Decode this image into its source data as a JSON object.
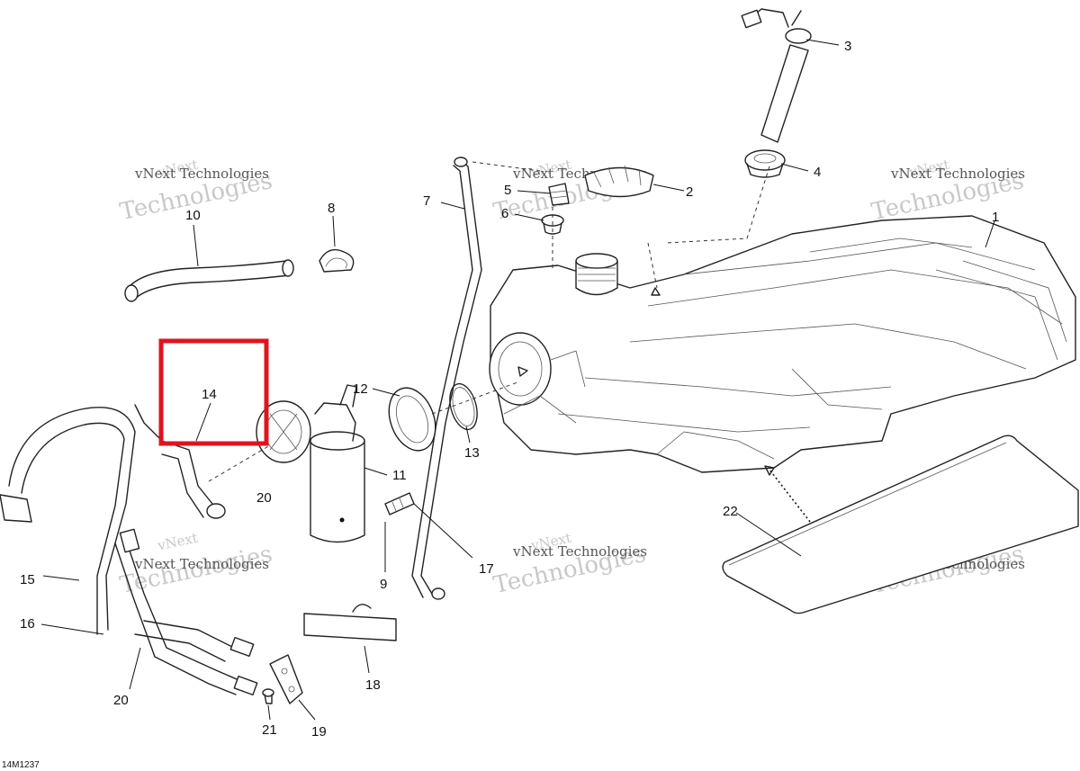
{
  "diagram_code": "14M1237",
  "watermark": {
    "line1": "vNext",
    "line2": "vNext Technologies",
    "line3": "Technologies"
  },
  "callouts": [
    "1",
    "2",
    "3",
    "4",
    "5",
    "6",
    "7",
    "8",
    "9",
    "10",
    "11",
    "12",
    "13",
    "14",
    "15",
    "16",
    "17",
    "18",
    "19",
    "20",
    "20",
    "21",
    "22"
  ],
  "highlight": {
    "label": "14",
    "color": "#e0141e"
  }
}
